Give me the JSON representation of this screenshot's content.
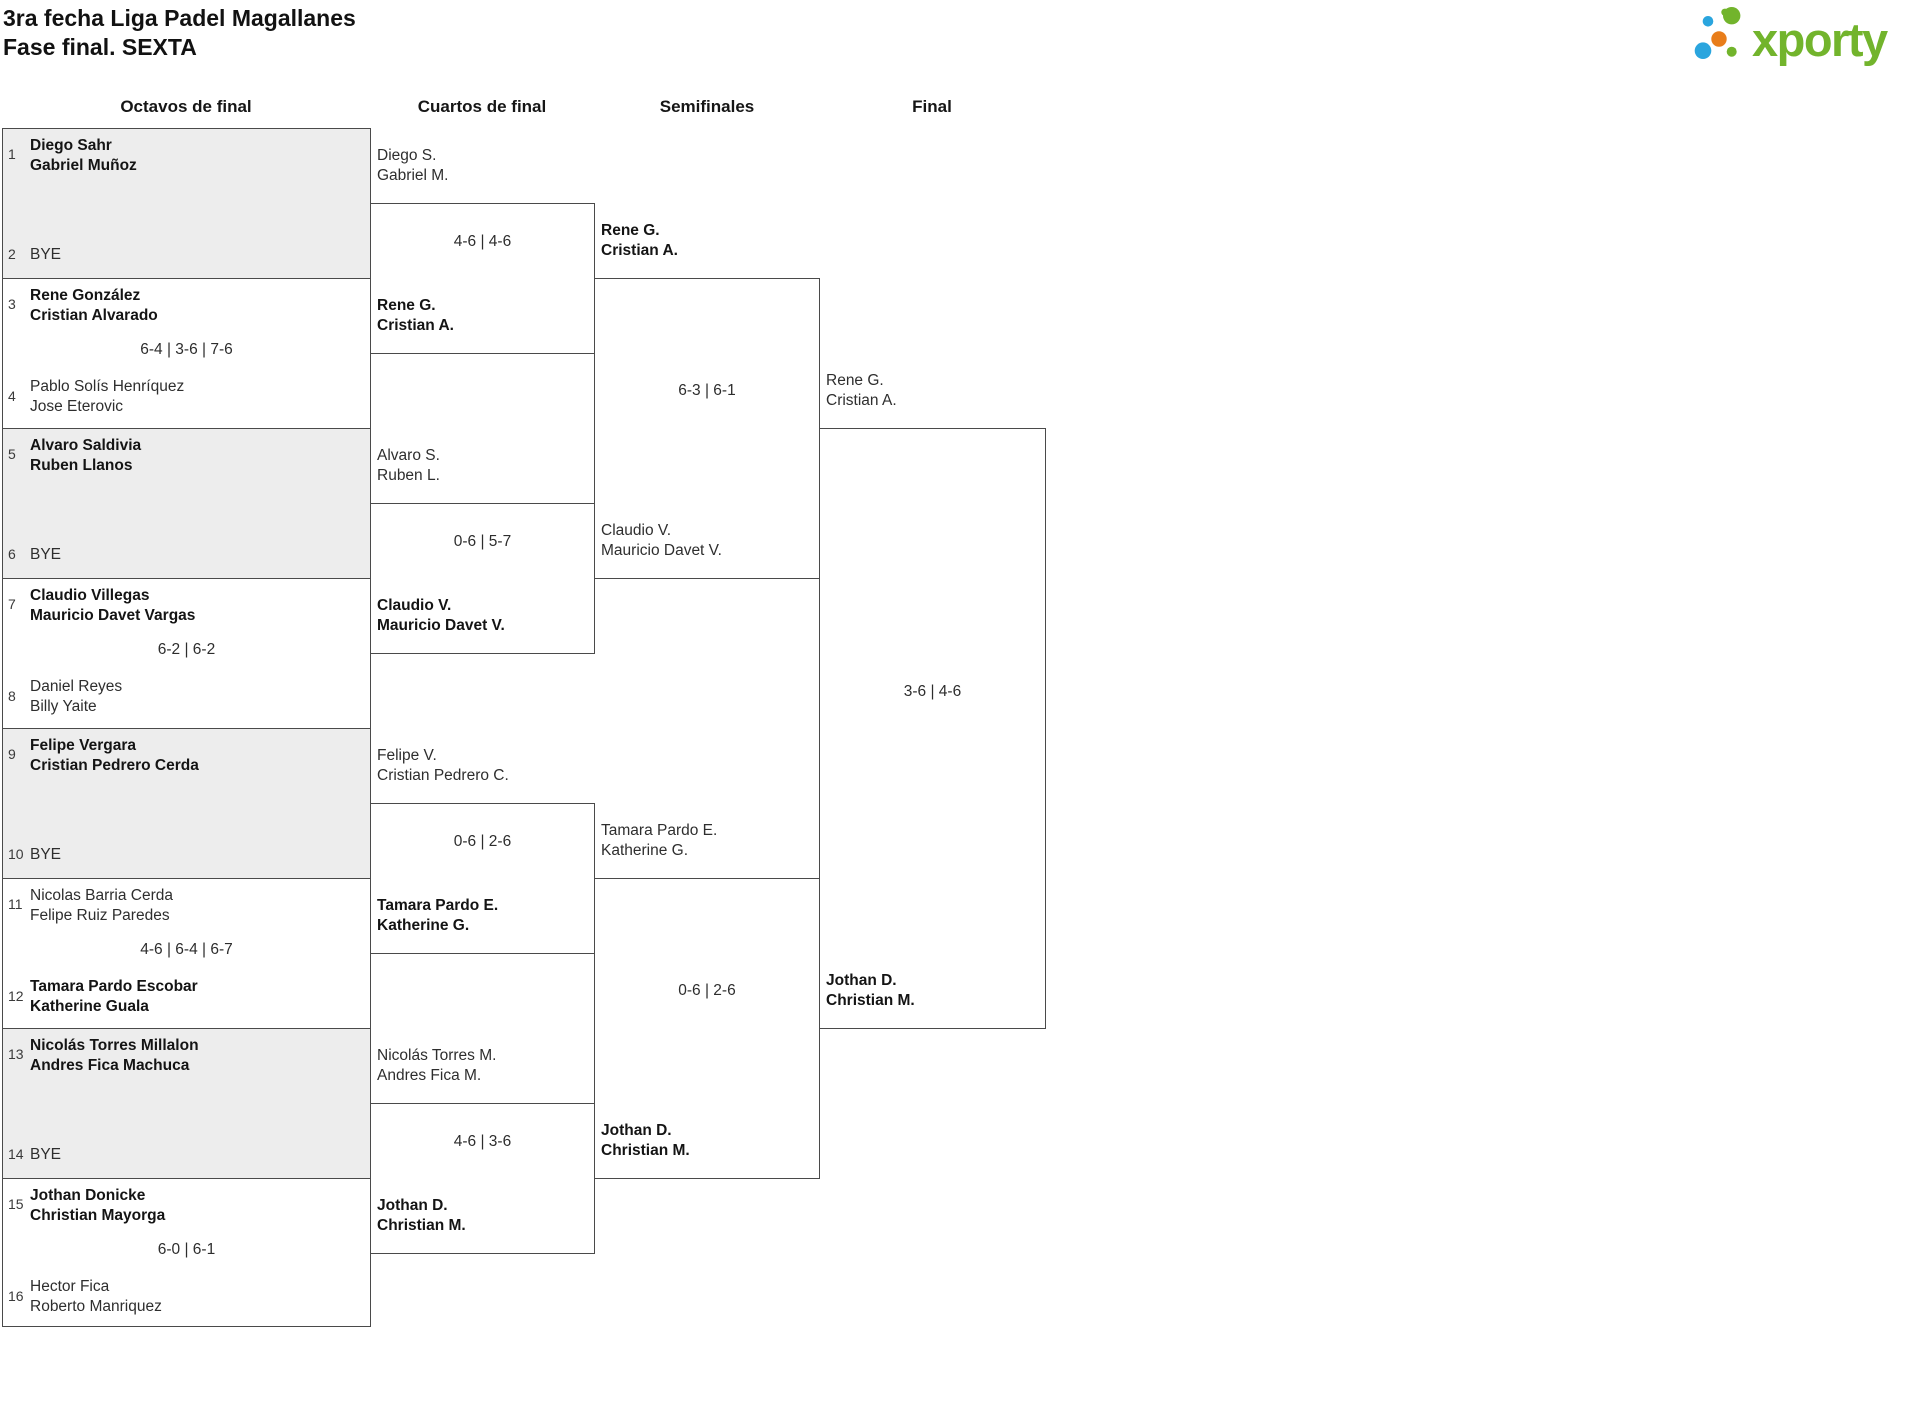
{
  "header": {
    "title_line1": "3ra fecha Liga Padel Magallanes",
    "title_line2": "Fase final. SEXTA"
  },
  "logo": {
    "brand": "xporty",
    "green": "#72b42c",
    "blue": "#2aa5de",
    "orange": "#e87d1a"
  },
  "round_headers": {
    "r16": "Octavos de final",
    "qf": "Cuartos de final",
    "sf": "Semifinales",
    "final": "Final"
  },
  "bye_label": "BYE",
  "r16": [
    {
      "seed1": "1",
      "team1": [
        "Diego Sahr",
        "Gabriel Muñoz"
      ],
      "winner": "team1",
      "seed2": "2",
      "bye": true
    },
    {
      "seed1": "3",
      "team1": [
        "Rene González",
        "Cristian Alvarado"
      ],
      "winner": "team1",
      "score": "6-4 | 3-6 | 7-6",
      "seed2": "4",
      "team2": [
        "Pablo Solís Henríquez",
        "Jose Eterovic"
      ]
    },
    {
      "seed1": "5",
      "team1": [
        "Alvaro Saldivia",
        "Ruben Llanos"
      ],
      "winner": "team1",
      "seed2": "6",
      "bye": true
    },
    {
      "seed1": "7",
      "team1": [
        "Claudio Villegas",
        "Mauricio Davet Vargas"
      ],
      "winner": "team1",
      "score": "6-2 | 6-2",
      "seed2": "8",
      "team2": [
        "Daniel Reyes",
        "Billy Yaite"
      ]
    },
    {
      "seed1": "9",
      "team1": [
        "Felipe Vergara",
        "Cristian Pedrero Cerda"
      ],
      "winner": "team1",
      "seed2": "10",
      "bye": true
    },
    {
      "seed1": "11",
      "team1": [
        "Nicolas Barria Cerda",
        "Felipe Ruiz Paredes"
      ],
      "winner": "team2",
      "score": "4-6 | 6-4 | 6-7",
      "seed2": "12",
      "team2": [
        "Tamara Pardo Escobar",
        "Katherine Guala"
      ]
    },
    {
      "seed1": "13",
      "team1": [
        "Nicolás Torres Millalon",
        "Andres Fica Machuca"
      ],
      "winner": "team1",
      "seed2": "14",
      "bye": true
    },
    {
      "seed1": "15",
      "team1": [
        "Jothan Donicke",
        "Christian Mayorga"
      ],
      "winner": "team1",
      "score": "6-0 | 6-1",
      "seed2": "16",
      "team2": [
        "Hector Fica",
        "Roberto Manriquez"
      ]
    }
  ],
  "qf": [
    {
      "top": [
        "Diego S.",
        "Gabriel M."
      ],
      "score": "4-6 | 4-6",
      "bottom": [
        "Rene G.",
        "Cristian A."
      ],
      "winner": "bottom"
    },
    {
      "top": [
        "Alvaro S.",
        "Ruben L."
      ],
      "score": "0-6 | 5-7",
      "bottom": [
        "Claudio V.",
        "Mauricio Davet V."
      ],
      "winner": "bottom"
    },
    {
      "top": [
        "Felipe V.",
        "Cristian Pedrero C."
      ],
      "score": "0-6 | 2-6",
      "bottom": [
        "Tamara Pardo E.",
        "Katherine G."
      ],
      "winner": "bottom"
    },
    {
      "top": [
        "Nicolás Torres M.",
        "Andres Fica M."
      ],
      "score": "4-6 | 3-6",
      "bottom": [
        "Jothan D.",
        "Christian M."
      ],
      "winner": "bottom"
    }
  ],
  "sf": [
    {
      "top": [
        "Rene G.",
        "Cristian A."
      ],
      "score": "6-3 | 6-1",
      "bottom": [
        "Claudio V.",
        "Mauricio Davet V."
      ],
      "winner": "top"
    },
    {
      "top": [
        "Tamara Pardo E.",
        "Katherine G."
      ],
      "score": "0-6 | 2-6",
      "bottom": [
        "Jothan D.",
        "Christian M."
      ],
      "winner": "bottom"
    }
  ],
  "final": {
    "top": [
      "Rene G.",
      "Cristian A."
    ],
    "score": "3-6 | 4-6",
    "bottom": [
      "Jothan D.",
      "Christian M."
    ],
    "winner": "bottom"
  }
}
